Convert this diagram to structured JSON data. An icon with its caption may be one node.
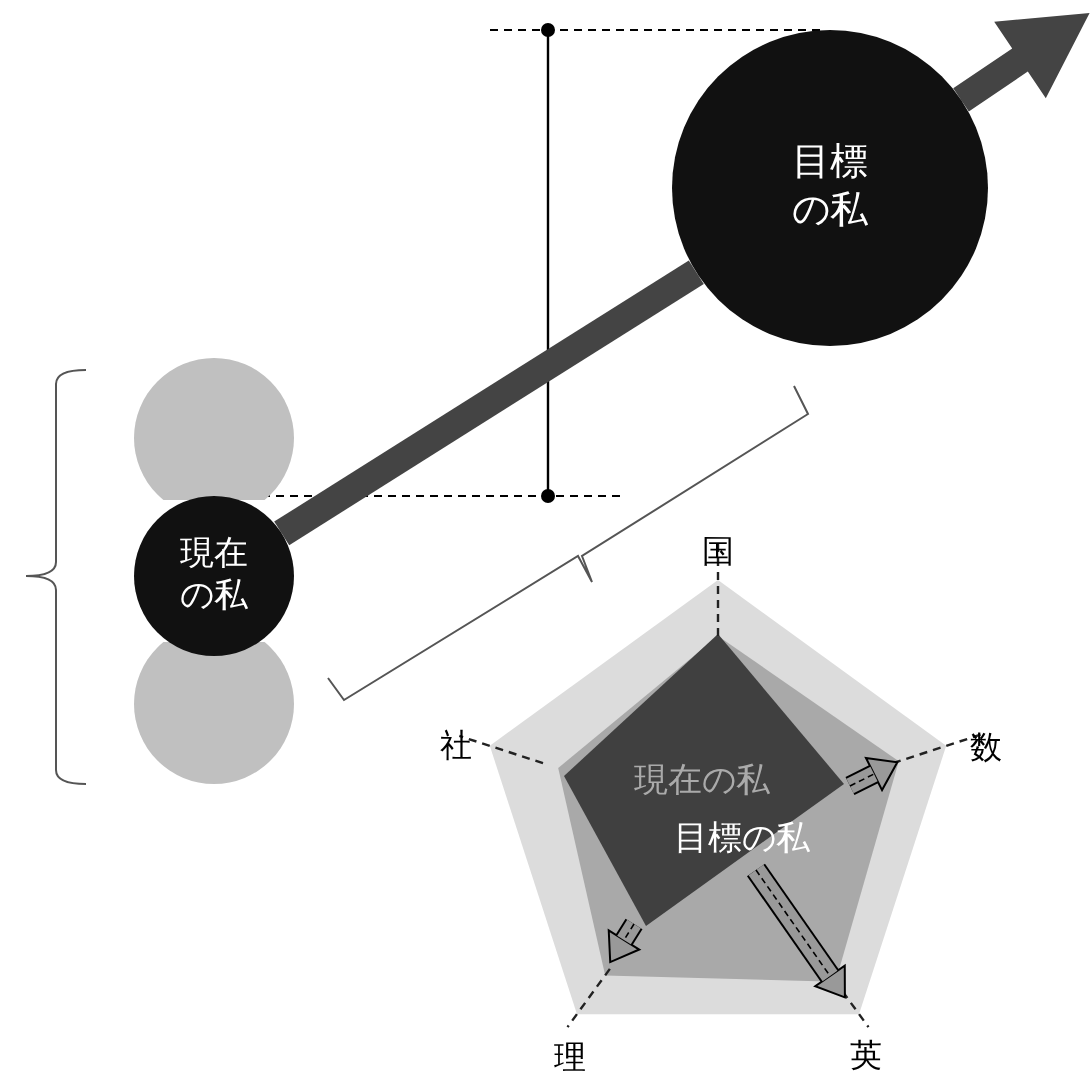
{
  "diagram": {
    "nodes": [
      {
        "text": [
          "目標の私"
        ]
      },
      {
        "text": [],
        "shape": "circle"
      },
      {
        "text": [
          "現在の私"
        ]
      },
      {
        "text": [],
        "shape": "circle"
      }
    ],
    "edges": [
      {
        "from": 2,
        "to": 0,
        "arrow": "none"
      },
      {
        "from": 0,
        "to": null,
        "arrow": "to"
      }
    ],
    "labels": [
      "国",
      "社",
      "数",
      "現在の私",
      "目標の私",
      "理",
      "英"
    ]
  }
}
